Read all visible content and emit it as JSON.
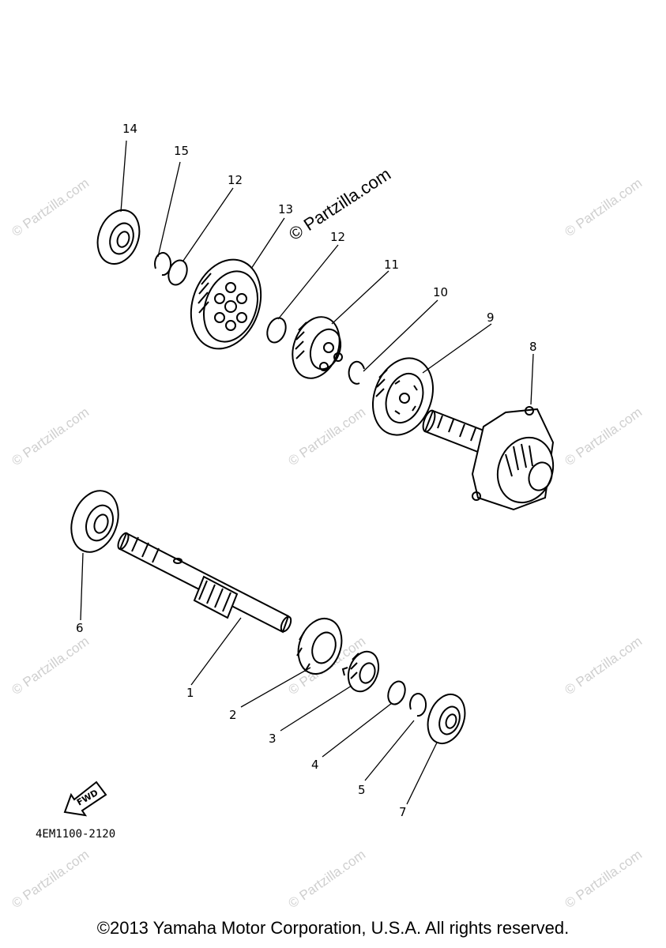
{
  "diagram": {
    "part_numbers": [
      "1",
      "2",
      "3",
      "4",
      "5",
      "6",
      "7",
      "8",
      "9",
      "10",
      "11",
      "12",
      "12",
      "13",
      "14",
      "15"
    ],
    "drawing_code": "4EM1100-2120",
    "fwd_label": "FWD",
    "watermark_main": "© Partzilla.com",
    "watermark_small": "© Partzilla.com"
  },
  "footer": {
    "copyright": "©2013 Yamaha Motor Corporation, U.S.A. All rights reserved."
  }
}
